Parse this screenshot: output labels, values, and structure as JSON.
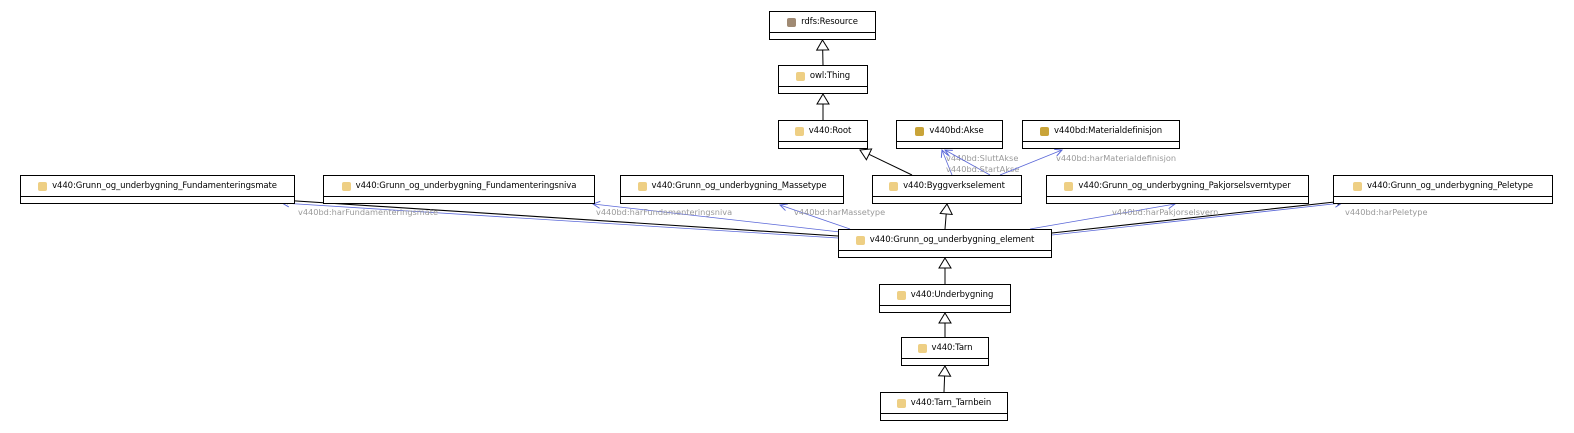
{
  "colors": {
    "icon_resource": "#a08a73",
    "icon_class": "#eecf84",
    "icon_dark": "#c9a439",
    "edge_property": "#5a67d8",
    "edge_black": "#000000",
    "edge_label": "#9a9a9a"
  },
  "nodes": [
    {
      "id": "rdfs_resource",
      "label": "rdfs:Resource",
      "icon": "resource-icon",
      "icon_color": "#a08a73"
    },
    {
      "id": "owl_thing",
      "label": "owl:Thing",
      "icon": "class-icon",
      "icon_color": "#eecf84"
    },
    {
      "id": "root",
      "label": "v440:Root",
      "icon": "class-icon",
      "icon_color": "#eecf84"
    },
    {
      "id": "akse",
      "label": "v440bd:Akse",
      "icon": "class-icon",
      "icon_color": "#c9a439"
    },
    {
      "id": "materialdefinisjon",
      "label": "v440bd:Materialdefinisjon",
      "icon": "class-icon",
      "icon_color": "#c9a439"
    },
    {
      "id": "fundamenteringsmate",
      "label": "v440:Grunn_og_underbygning_Fundamenteringsmate",
      "icon": "class-icon",
      "icon_color": "#eecf84"
    },
    {
      "id": "fundamenteringsniva",
      "label": "v440:Grunn_og_underbygning_Fundamenteringsniva",
      "icon": "class-icon",
      "icon_color": "#eecf84"
    },
    {
      "id": "massetype",
      "label": "v440:Grunn_og_underbygning_Massetype",
      "icon": "class-icon",
      "icon_color": "#eecf84"
    },
    {
      "id": "byggverkselement",
      "label": "v440:Byggverkselement",
      "icon": "class-icon",
      "icon_color": "#eecf84"
    },
    {
      "id": "pakjorselsverntyper",
      "label": "v440:Grunn_og_underbygning_Pakjorselsverntyper",
      "icon": "class-icon",
      "icon_color": "#eecf84"
    },
    {
      "id": "peletype",
      "label": "v440:Grunn_og_underbygning_Peletype",
      "icon": "class-icon",
      "icon_color": "#eecf84"
    },
    {
      "id": "element",
      "label": "v440:Grunn_og_underbygning_element",
      "icon": "class-icon",
      "icon_color": "#eecf84"
    },
    {
      "id": "underbygning",
      "label": "v440:Underbygning",
      "icon": "class-icon",
      "icon_color": "#eecf84"
    },
    {
      "id": "tarn",
      "label": "v440:Tarn",
      "icon": "class-icon",
      "icon_color": "#eecf84"
    },
    {
      "id": "tarn_tarnbein",
      "label": "v440:Tarn_Tarnbein",
      "icon": "class-icon",
      "icon_color": "#eecf84"
    }
  ],
  "edges": [
    {
      "kind": "subclass",
      "from": "owl_thing",
      "to": "rdfs_resource"
    },
    {
      "kind": "subclass",
      "from": "root",
      "to": "owl_thing"
    },
    {
      "kind": "subclass",
      "from": "byggverkselement",
      "to": "root"
    },
    {
      "kind": "subclass",
      "from": "element",
      "to": "byggverkselement"
    },
    {
      "kind": "subclass",
      "from": "underbygning",
      "to": "element"
    },
    {
      "kind": "subclass",
      "from": "tarn",
      "to": "underbygning"
    },
    {
      "kind": "subclass",
      "from": "tarn_tarnbein",
      "to": "tarn"
    },
    {
      "kind": "property",
      "from": "byggverkselement",
      "to": "akse",
      "label": "v440bd:SluttAkse"
    },
    {
      "kind": "property",
      "from": "byggverkselement",
      "to": "akse",
      "label": "v440bd:StartAkse"
    },
    {
      "kind": "property",
      "from": "byggverkselement",
      "to": "materialdefinisjon",
      "label": "v440bd:harMaterialdefinisjon"
    },
    {
      "kind": "property",
      "from": "element",
      "to": "fundamenteringsmate",
      "label": "v440bd:harFundamenteringsmate"
    },
    {
      "kind": "property",
      "from": "element",
      "to": "fundamenteringsniva",
      "label": "v440bd:harFundamenteringsniva"
    },
    {
      "kind": "property",
      "from": "element",
      "to": "massetype",
      "label": "v440bd:harMassetype"
    },
    {
      "kind": "property",
      "from": "element",
      "to": "pakjorselsverntyper",
      "label": "v440bd:harPakjorselsvern"
    },
    {
      "kind": "property",
      "from": "element",
      "to": "peletype",
      "label": "v440bd:harPeletype"
    }
  ]
}
